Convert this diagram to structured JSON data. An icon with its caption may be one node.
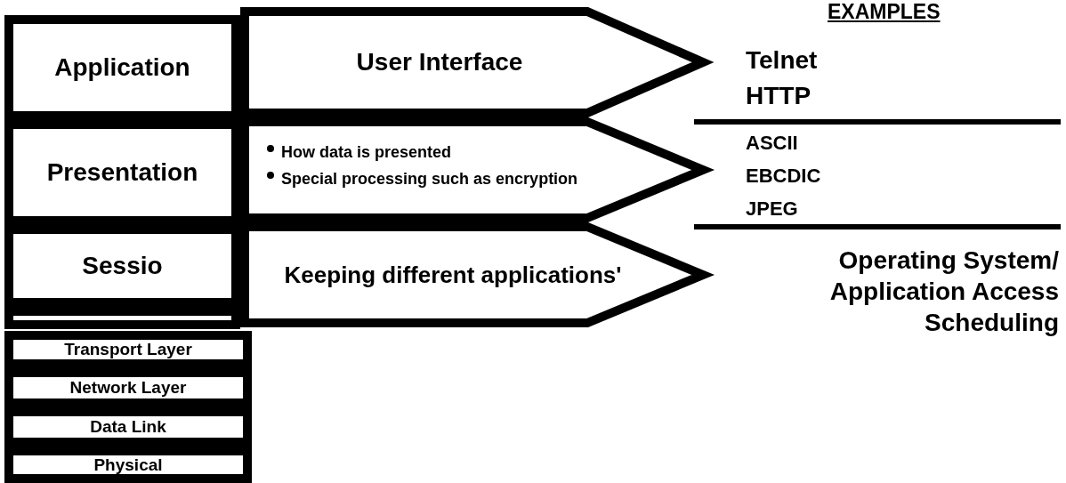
{
  "diagram": {
    "title": "EXAMPLES",
    "nodes": [
      {
        "text": [
          "Application"
        ]
      },
      {
        "text": [
          "User Interface"
        ]
      },
      {
        "text": [
          "Presentation"
        ]
      },
      {
        "text": [
          "How data is presented",
          "Special processing such as encryption"
        ]
      },
      {
        "text": [
          "Sessio"
        ]
      },
      {
        "text": [
          "Keeping different applications'"
        ]
      },
      {
        "text": [],
        "shape": "box"
      },
      {
        "text": [
          "Transport Layer"
        ]
      },
      {
        "text": [
          "Network Layer"
        ]
      },
      {
        "text": [
          "Data Link"
        ]
      },
      {
        "text": [
          "Physical"
        ]
      }
    ],
    "labels": [
      "Telnet",
      "HTTP",
      "ASCII",
      "EBCDIC",
      "JPEG",
      "Operating System/ Application Access Scheduling"
    ]
  }
}
